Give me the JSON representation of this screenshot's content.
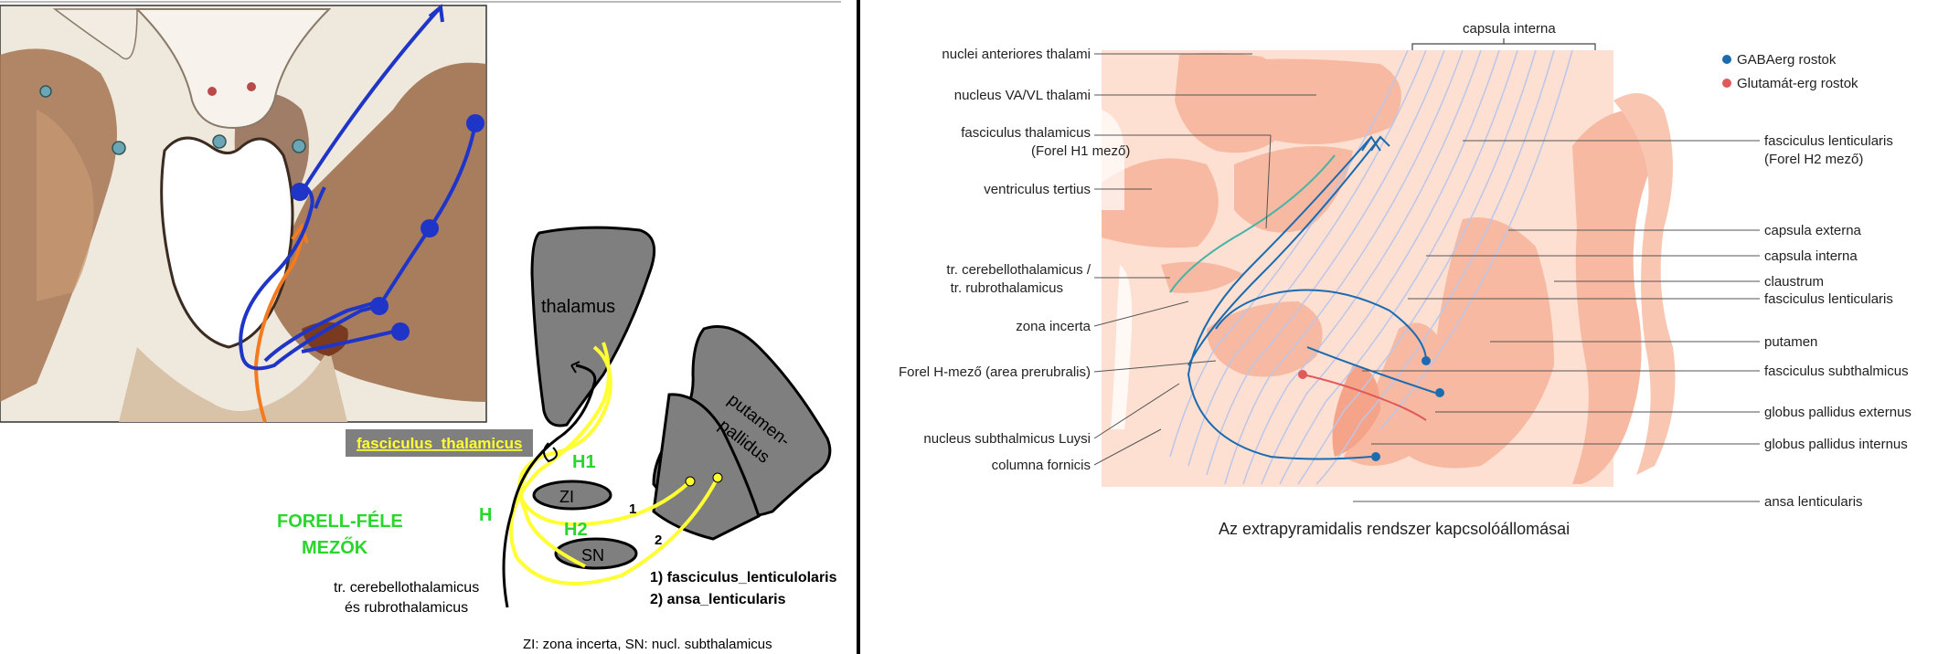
{
  "left": {
    "schema": {
      "thalamus": "thalamus",
      "putamen_pallidus": "putamen-\npallidus",
      "zi": "ZI",
      "sn": "SN",
      "h1": "H1",
      "h2": "H2",
      "h": "H",
      "fiber1": "1",
      "fiber2": "2"
    },
    "fasciculus_thalamicus_box": "fasciculus  thalamicus",
    "forell_title_1": "FORELL-FÉLE",
    "forell_title_2": "MEZŐK",
    "tract_label_1": "tr. cerebellothalamicus",
    "tract_label_2": "és rubrothalamicus",
    "legend_1": "1) fasciculus_lenticulolaris",
    "legend_2": "2) ansa_lenticularis",
    "footnote": "ZI: zona incerta, SN: nucl. subthalamicus",
    "colors": {
      "green": "#29d62d",
      "yellow": "#ffff33",
      "blue": "#1f35c8",
      "orange": "#f47a20",
      "grey": "#7f7f7f"
    }
  },
  "right": {
    "capsula_interna_top": "capsula interna",
    "legend": [
      {
        "label": "GABAerg rostok",
        "color": "#1a6bb0"
      },
      {
        "label": "Glutamát-erg rostok",
        "color": "#e05a5a"
      }
    ],
    "left_labels": [
      "nuclei anteriores thalami",
      "nucleus VA/VL thalami",
      "fasciculus thalamicus",
      "(Forel H1 mező)",
      "ventriculus tertius",
      "tr. cerebellothalamicus /",
      "tr. rubrothalamicus",
      "zona incerta",
      "Forel H-mező (area prerubralis)",
      "nucleus subthalmicus Luysi",
      "columna fornicis"
    ],
    "right_labels": [
      "fasciculus lenticularis",
      "(Forel H2 mező)",
      "capsula externa",
      "capsula interna",
      "claustrum",
      "fasciculus lenticularis",
      "putamen",
      "fasciculus subthalmicus",
      "globus pallidus externus",
      "globus pallidus internus",
      "ansa lenticularis"
    ],
    "caption": "Az extrapyramidalis rendszer kapcsolóállomásai"
  }
}
